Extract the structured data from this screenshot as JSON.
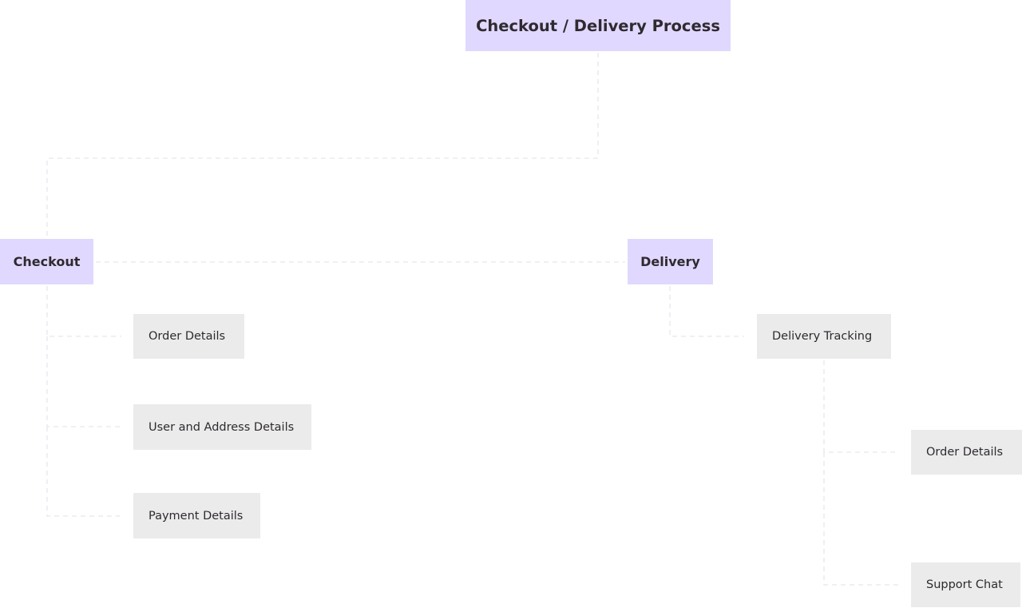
{
  "diagram": {
    "root": {
      "label": "Checkout / Delivery Process"
    },
    "checkout": {
      "label": "Checkout",
      "children": [
        {
          "label": "Order Details"
        },
        {
          "label": "User and Address Details"
        },
        {
          "label": "Payment Details"
        }
      ]
    },
    "delivery": {
      "label": "Delivery",
      "tracking": {
        "label": "Delivery Tracking",
        "children": [
          {
            "label": "Order Details"
          },
          {
            "label": "Support Chat"
          }
        ]
      }
    }
  },
  "colors": {
    "primary_node": "#e1d8ff",
    "secondary_node": "#ebebeb",
    "text": "#2e2a2f",
    "connector": "#e6e6ee"
  }
}
